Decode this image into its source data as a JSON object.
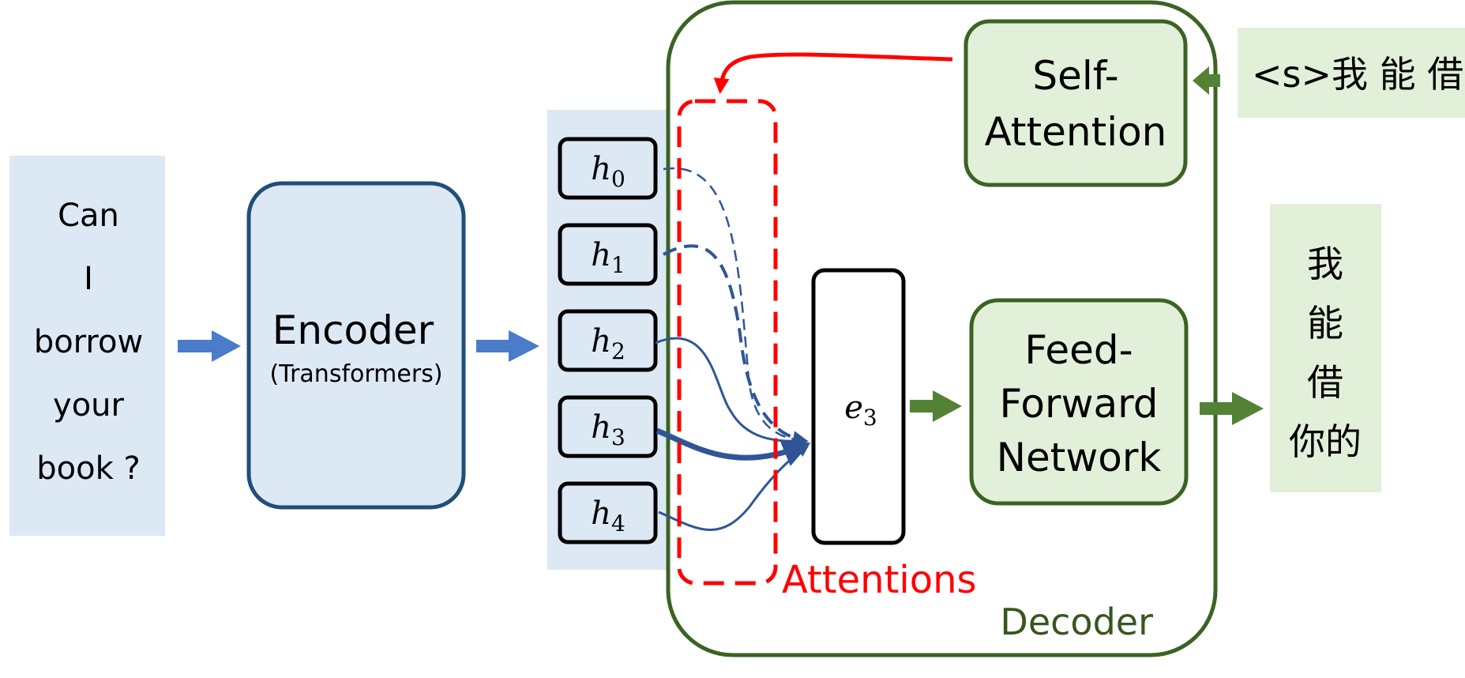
{
  "input": {
    "words": [
      "Can",
      "I",
      "borrow",
      "your",
      "book ?"
    ]
  },
  "encoder": {
    "title": "Encoder",
    "subtitle": "(Transformers)"
  },
  "hidden_states": [
    {
      "base": "h",
      "sub": "0"
    },
    {
      "base": "h",
      "sub": "1"
    },
    {
      "base": "h",
      "sub": "2"
    },
    {
      "base": "h",
      "sub": "3"
    },
    {
      "base": "h",
      "sub": "4"
    }
  ],
  "decoder": {
    "label": "Decoder",
    "context": {
      "base": "e",
      "sub": "3"
    },
    "self_attention": {
      "line1": "Self-",
      "line2": "Attention"
    },
    "ffn": {
      "line1": "Feed-",
      "line2": "Forward",
      "line3": "Network"
    }
  },
  "attentions_label": "Attentions",
  "decoder_input": "<s>我 能 借",
  "output_tokens": [
    "我",
    "能",
    "借",
    "你的"
  ],
  "colors": {
    "input_bg": "#dde8f5",
    "encoder_fill": "#dde8f5",
    "encoder_stroke": "#1f4e79",
    "blue_arrow": "#4a7cc9",
    "attention_line": "#2f5597",
    "green_stroke": "#3b6323",
    "green_fill": "#e2f0d9",
    "green_arrow": "#548235",
    "red": "#ff0000",
    "decoder_text": "#38561f"
  }
}
